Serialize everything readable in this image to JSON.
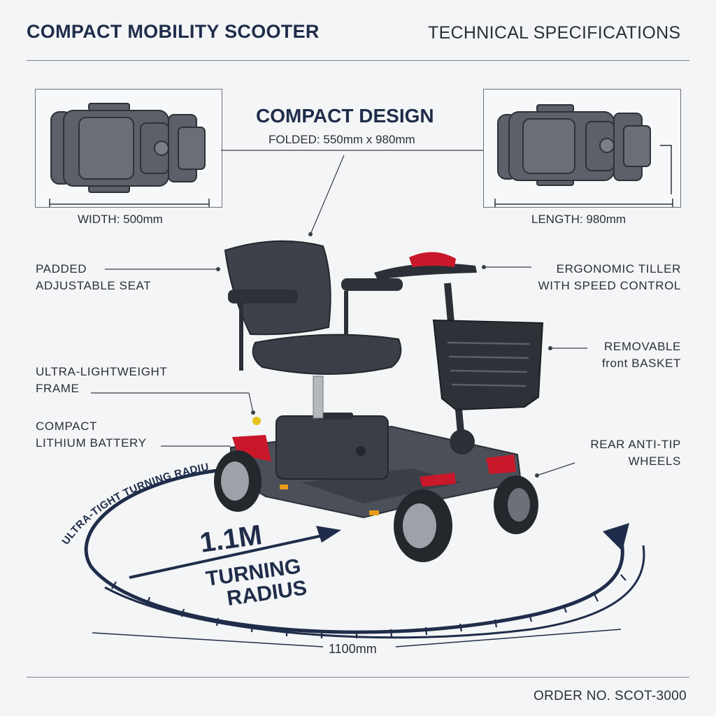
{
  "header": {
    "title": "COMPACT MOBILITY SCOOTER",
    "subtitle": "TECHNICAL SPECIFICATIONS"
  },
  "design": {
    "title": "COMPACT DESIGN",
    "folded": "FOLDED: 550mm x 980mm",
    "width_label": "WIDTH: 500mm",
    "length_label": "LENGTH: 980mm"
  },
  "callouts": {
    "seat_line1": "PADDED",
    "seat_line2": "ADJUSTABLE SEAT",
    "frame_line1": "ULTRA-LIGHTWEIGHT",
    "frame_line2": "FRAME",
    "battery_line1": "COMPACT",
    "battery_line2": "LITHIUM BATTERY",
    "tiller_line1": "ERGONOMIC TILLER",
    "tiller_line2": "WITH SPEED CONTROL",
    "basket_line1": "REMOVABLE",
    "basket_line2": "front BASKET",
    "wheels_line1": "REAR ANTI-TIP",
    "wheels_line2": "WHEELS"
  },
  "turning": {
    "arc_label": "ULTRA-TIGHT TURNING RADIUS",
    "value": "1.1M",
    "line1": "TURNING",
    "line2": "RADIUS",
    "dimension": "1100mm"
  },
  "footer": {
    "order": "ORDER NO. SCOT-3000"
  },
  "colors": {
    "navy": "#1f2d4a",
    "accent_red": "#c8182a",
    "body_gray": "#4a4f58"
  }
}
